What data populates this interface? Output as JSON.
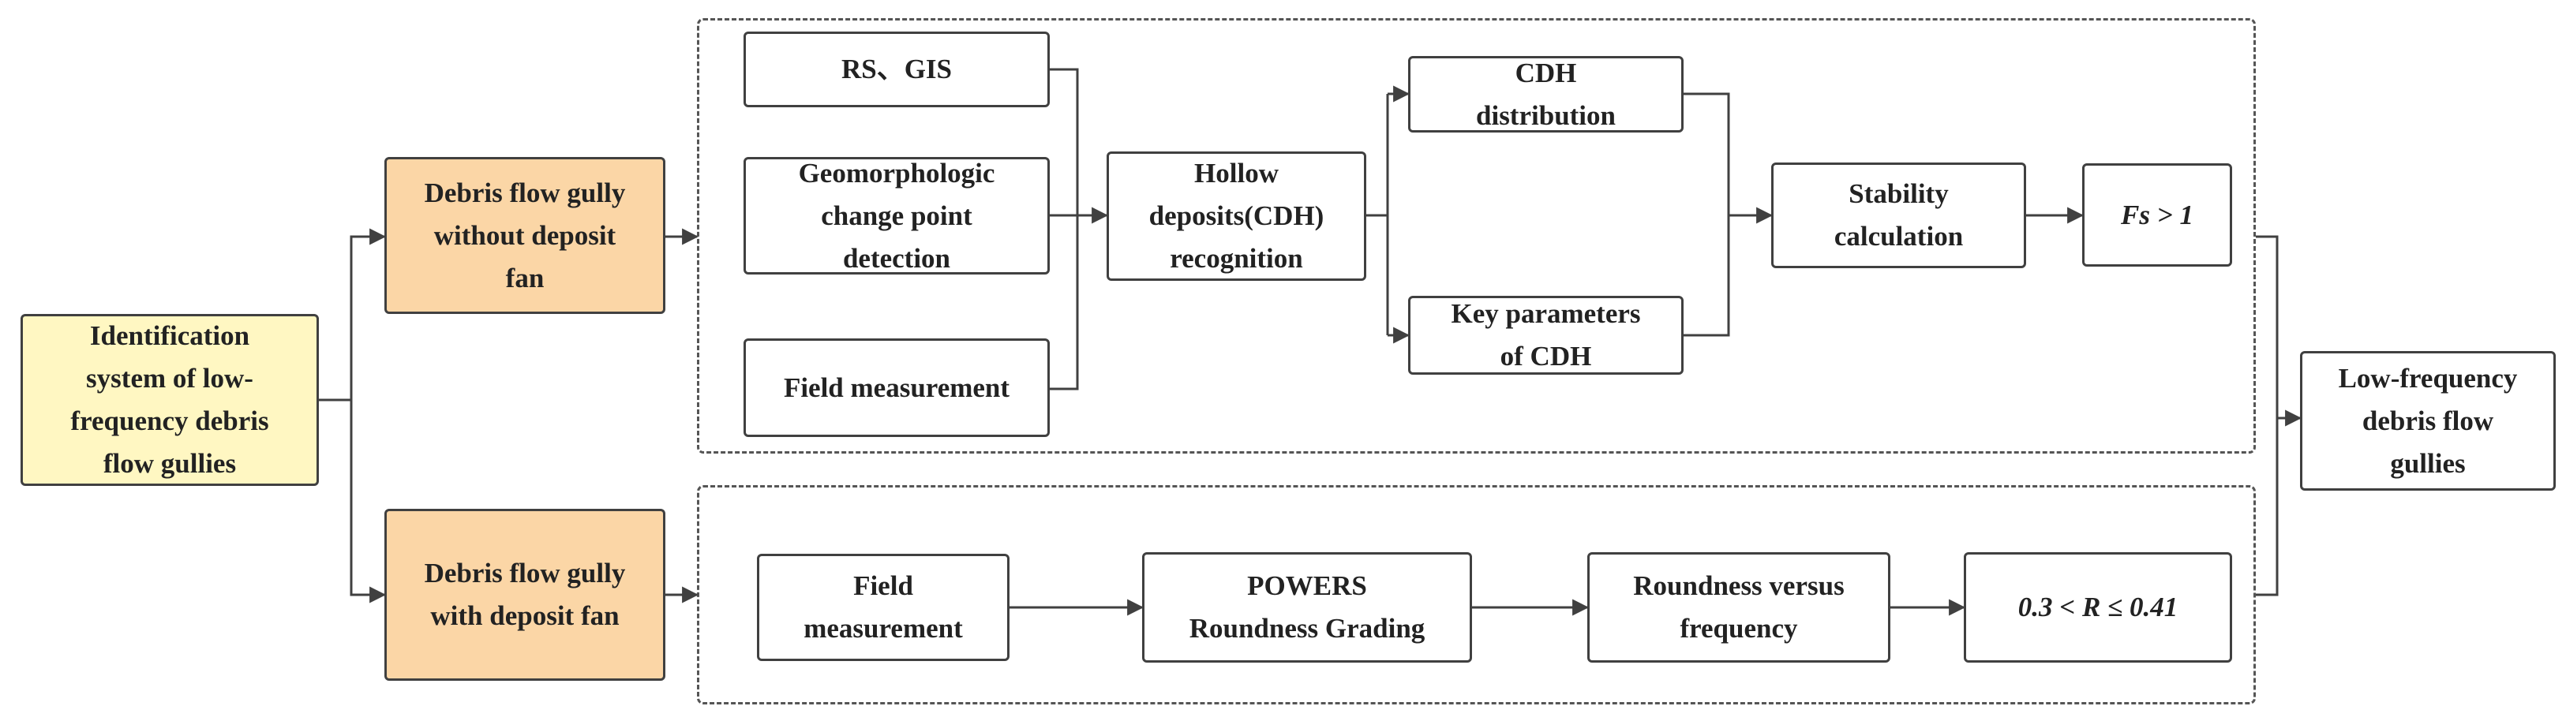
{
  "diagram": {
    "nodes": [
      {
        "id": "identification",
        "text": "Identification\nsystem of low-\nfrequency debris\nflow gullies",
        "fill": "#fff7c2"
      },
      {
        "id": "no-fan",
        "text": "Debris flow gully\nwithout deposit\nfan",
        "fill": "#fbd6a6"
      },
      {
        "id": "with-fan",
        "text": "Debris flow gully\nwith deposit fan",
        "fill": "#fbd6a6"
      },
      {
        "id": "rs-gis",
        "text": "RS、GIS",
        "fill": "#ffffff"
      },
      {
        "id": "geomorph",
        "text": "Geomorphologic\nchange point\ndetection",
        "fill": "#ffffff"
      },
      {
        "id": "field-1",
        "text": "Field measurement",
        "fill": "#ffffff"
      },
      {
        "id": "cdh-recog",
        "text": "Hollow\ndeposits(CDH)\nrecognition",
        "fill": "#ffffff"
      },
      {
        "id": "cdh-dist",
        "text": "CDH\ndistribution",
        "fill": "#ffffff"
      },
      {
        "id": "key-params",
        "text": "Key parameters\nof CDH",
        "fill": "#ffffff"
      },
      {
        "id": "stability",
        "text": "Stability\ncalculation",
        "fill": "#ffffff"
      },
      {
        "id": "fs",
        "text": "Fs > 1",
        "fill": "#ffffff"
      },
      {
        "id": "field-2",
        "text": "Field\nmeasurement",
        "fill": "#ffffff"
      },
      {
        "id": "powers",
        "text": "POWERS\nRoundness Grading",
        "fill": "#ffffff"
      },
      {
        "id": "roundness",
        "text": "Roundness versus\nfrequency",
        "fill": "#ffffff"
      },
      {
        "id": "r-range",
        "text": "0.3 < R ≤ 0.41",
        "fill": "#ffffff"
      },
      {
        "id": "low-freq",
        "text": "Low-frequency\ndebris flow\ngullies",
        "fill": "#ffffff"
      }
    ],
    "edges": [
      {
        "from": "identification",
        "to": "no-fan"
      },
      {
        "from": "identification",
        "to": "with-fan"
      },
      {
        "from": "no-fan",
        "to": "upper-group"
      },
      {
        "from": "with-fan",
        "to": "lower-group"
      },
      {
        "from": "rs-gis",
        "to": "cdh-recog"
      },
      {
        "from": "geomorph",
        "to": "cdh-recog"
      },
      {
        "from": "field-1",
        "to": "cdh-recog"
      },
      {
        "from": "cdh-recog",
        "to": "cdh-dist"
      },
      {
        "from": "cdh-recog",
        "to": "key-params"
      },
      {
        "from": "cdh-dist",
        "to": "stability"
      },
      {
        "from": "key-params",
        "to": "stability"
      },
      {
        "from": "stability",
        "to": "fs"
      },
      {
        "from": "field-2",
        "to": "powers"
      },
      {
        "from": "powers",
        "to": "roundness"
      },
      {
        "from": "roundness",
        "to": "r-range"
      },
      {
        "from": "upper-group",
        "to": "low-freq"
      },
      {
        "from": "lower-group",
        "to": "low-freq"
      }
    ],
    "colors": {
      "line": "#404040",
      "border": "#404040",
      "text": "#222222"
    }
  }
}
